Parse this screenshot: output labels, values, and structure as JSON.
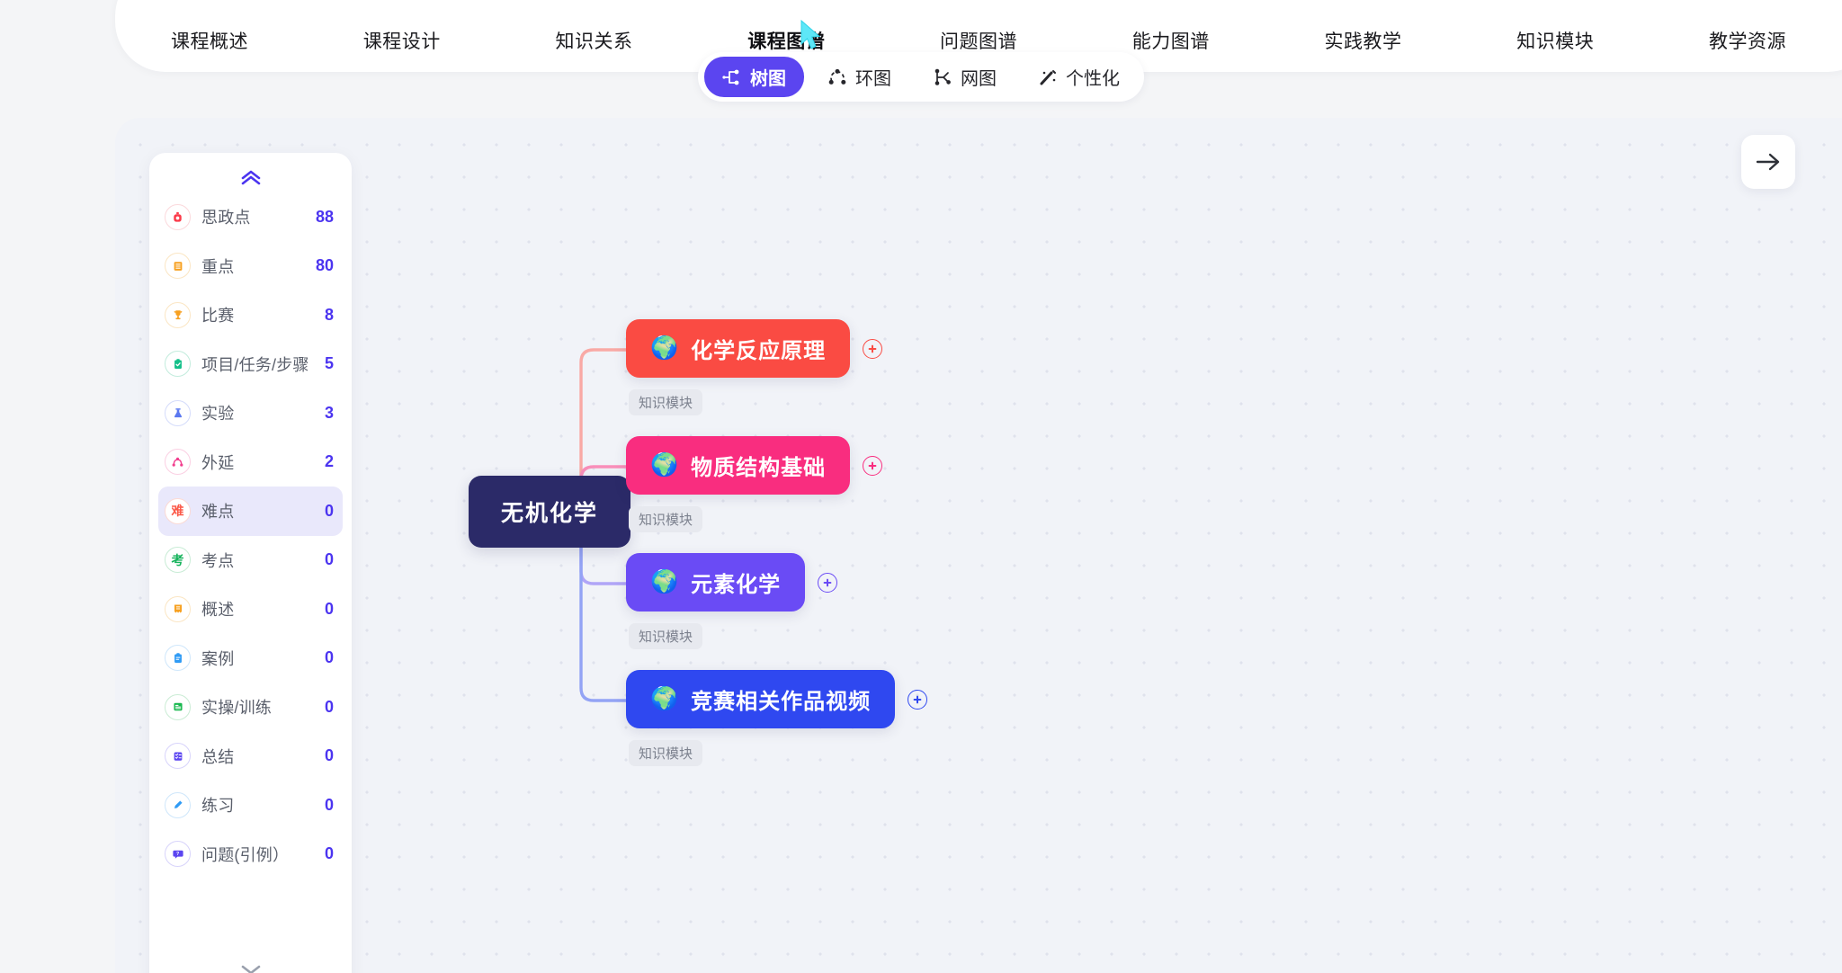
{
  "nav": {
    "tabs": [
      {
        "label": "课程概述",
        "active": false
      },
      {
        "label": "课程设计",
        "active": false
      },
      {
        "label": "知识关系",
        "active": false
      },
      {
        "label": "课程图谱",
        "active": true
      },
      {
        "label": "问题图谱",
        "active": false
      },
      {
        "label": "能力图谱",
        "active": false
      },
      {
        "label": "实践教学",
        "active": false
      },
      {
        "label": "知识模块",
        "active": false
      },
      {
        "label": "教学资源",
        "active": false
      }
    ]
  },
  "view_modes": [
    {
      "label": "树图",
      "icon": "tree-icon",
      "active": true
    },
    {
      "label": "环图",
      "icon": "ring-icon",
      "active": false
    },
    {
      "label": "网图",
      "icon": "network-icon",
      "active": false
    },
    {
      "label": "个性化",
      "icon": "magic-wand-icon",
      "active": false
    }
  ],
  "stats_panel": {
    "collapse_up_icon": "chevron-double-up-icon",
    "collapse_down_icon": "chevron-down-icon",
    "accent_color": "#4b34f0",
    "selected_row_bg": "#e9e8fb",
    "items": [
      {
        "label": "思政点",
        "count": "88",
        "icon": "alarm-icon",
        "glyph": "⭘",
        "color": "#fb3b4a",
        "ring": "#fbd9dc",
        "bg": "#ffffff",
        "selected": false
      },
      {
        "label": "重点",
        "count": "80",
        "icon": "book-icon",
        "glyph": "▤",
        "color": "#f7a020",
        "ring": "#fbe6c4",
        "bg": "#ffffff",
        "selected": false
      },
      {
        "label": "比赛",
        "count": "8",
        "icon": "trophy-icon",
        "glyph": "Ἴ6",
        "color": "#f7a020",
        "ring": "#fbe6c4",
        "bg": "#ffffff",
        "selected": false
      },
      {
        "label": "项目/任务/步骤",
        "count": "5",
        "icon": "clipboard-check-icon",
        "glyph": "✓",
        "color": "#14c08a",
        "ring": "#c3ecdd",
        "bg": "#ffffff",
        "selected": false
      },
      {
        "label": "实验",
        "count": "3",
        "icon": "flask-icon",
        "glyph": "⧉",
        "color": "#5b78f0",
        "ring": "#d5dcfb",
        "bg": "#ffffff",
        "selected": false
      },
      {
        "label": "外延",
        "count": "2",
        "icon": "node-link-icon",
        "glyph": "⁂",
        "color": "#f23f8f",
        "ring": "#fbd0e3",
        "bg": "#ffffff",
        "selected": false
      },
      {
        "label": "难点",
        "count": "0",
        "icon": "nan-char-icon",
        "glyph": "难",
        "color": "#fb5a4a",
        "ring": "#fbdad5",
        "bg": "#ffffff",
        "selected": true
      },
      {
        "label": "考点",
        "count": "0",
        "icon": "kao-char-icon",
        "glyph": "考",
        "color": "#16b35c",
        "ring": "#c9ecd6",
        "bg": "#ffffff",
        "selected": false
      },
      {
        "label": "概述",
        "count": "0",
        "icon": "summary-icon",
        "glyph": "≣",
        "color": "#f7a020",
        "ring": "#fbe6c4",
        "bg": "#ffffff",
        "selected": false
      },
      {
        "label": "案例",
        "count": "0",
        "icon": "case-clipboard-icon",
        "glyph": "Ὄb",
        "color": "#2f9bf5",
        "ring": "#cfe7fb",
        "bg": "#ffffff",
        "selected": false
      },
      {
        "label": "实操/训练",
        "count": "0",
        "icon": "training-icon",
        "glyph": "≡",
        "color": "#19b84f",
        "ring": "#cbecd5",
        "bg": "#ffffff",
        "selected": false
      },
      {
        "label": "总结",
        "count": "0",
        "icon": "checklist-icon",
        "glyph": "≔",
        "color": "#5b45f0",
        "ring": "#d8d4fb",
        "bg": "#ffffff",
        "selected": false
      },
      {
        "label": "练习",
        "count": "0",
        "icon": "pencil-icon",
        "glyph": "✎",
        "color": "#2f9bf5",
        "ring": "#cfe7fb",
        "bg": "#ffffff",
        "selected": false
      },
      {
        "label": "问题(引例）",
        "count": "0",
        "icon": "question-bubble-icon",
        "glyph": "?",
        "color": "#5b45f0",
        "ring": "#d8d4fb",
        "bg": "#ffffff",
        "selected": false
      }
    ]
  },
  "graph": {
    "root": {
      "label": "无机化学",
      "color": "#2b2a68"
    },
    "tag_label": "知识模块",
    "globe_icon": "globe-emoji",
    "plus_icon": "plus-circle-icon",
    "nodes": [
      {
        "label": "化学反应原理",
        "color": "#fa4b43",
        "edge": "#f9a9a5"
      },
      {
        "label": "物质结构基础",
        "color": "#f92d7f",
        "edge": "#f98fba"
      },
      {
        "label": "元素化学",
        "color": "#6a4bf5",
        "edge": "#b0a5f7"
      },
      {
        "label": "竞赛相关作品视频",
        "color": "#2f48f0",
        "edge": "#93a3f5"
      }
    ]
  },
  "next_button": {
    "icon": "arrow-right-icon",
    "label": ""
  }
}
